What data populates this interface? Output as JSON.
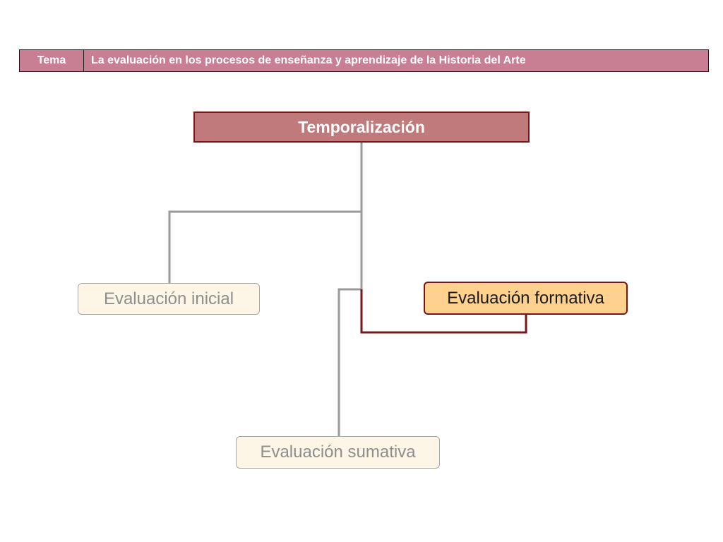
{
  "header": {
    "label": "Tema",
    "value": "La evaluación en los procesos de enseñanza y aprendizaje de la Historia del Arte"
  },
  "diagram": {
    "root": "Temporalización",
    "nodes": {
      "inicial": "Evaluación inicial",
      "formativa": "Evaluación formativa",
      "sumativa": "Evaluación sumativa"
    },
    "active_node": "formativa"
  },
  "colors": {
    "header_fill": "#c97f93",
    "root_fill": "#c07a7b",
    "root_border": "#7a1518",
    "active_fill": "#fed18f",
    "inactive_fill": "#fdf5e6",
    "inactive_text": "#8e8e8e",
    "connector_gray": "#9a9a9a",
    "connector_active": "#7a1518"
  }
}
